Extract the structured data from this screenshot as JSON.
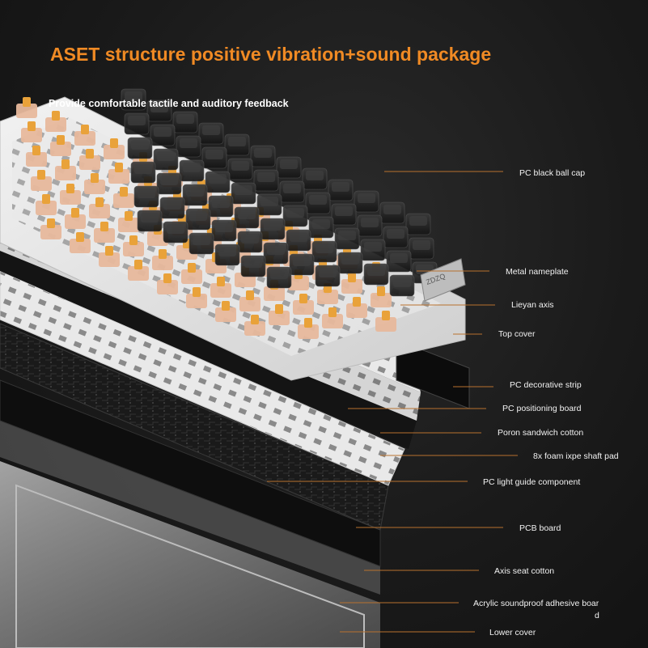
{
  "title": "ASET structure positive vibration+sound package",
  "subtitle": "Provide comfortable tactile and auditory feedback",
  "colors": {
    "accent": "#f08a24",
    "background": "#1a1a1a",
    "leader_line": "#b8712e",
    "label_text": "#f2f2f2",
    "switch_stem": "#e9a23a",
    "switch_housing": "#e7b89c",
    "keycap": "#2b2b2b",
    "plate": "#e6e6e6",
    "pcb": "#111111"
  },
  "components": [
    {
      "name": "PC black ball cap"
    },
    {
      "name": "Metal nameplate"
    },
    {
      "name": "Lieyan axis"
    },
    {
      "name": "Top cover"
    },
    {
      "name": "PC decorative strip"
    },
    {
      "name": "PC positioning board"
    },
    {
      "name": "Poron sandwich cotton"
    },
    {
      "name": "8x foam ixpe shaft pad"
    },
    {
      "name": "PC light guide component"
    },
    {
      "name": "PCB board"
    },
    {
      "name": "Axis seat cotton"
    },
    {
      "name": "Acrylic soundproof adhesive boar",
      "name_cont": "d"
    },
    {
      "name": "Lower cover"
    }
  ],
  "nameplate_text": "ZDZQ"
}
